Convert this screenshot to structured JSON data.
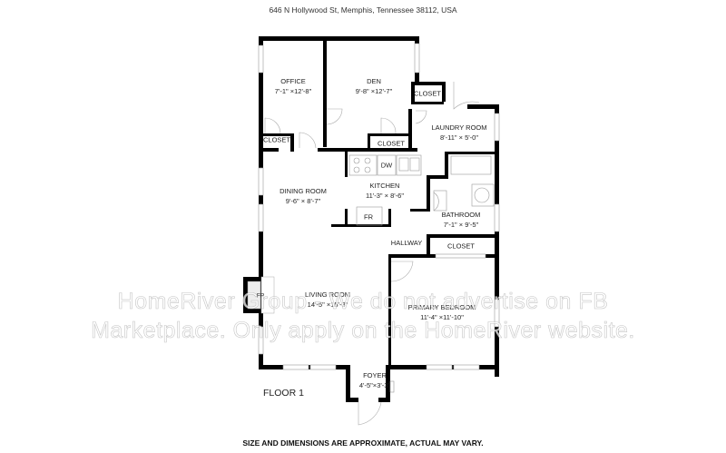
{
  "header": {
    "address": "646 N Hollywood St, Memphis, Tennessee 38112, USA"
  },
  "floor_label": "FLOOR 1",
  "rooms": {
    "office": {
      "name": "OFFICE",
      "dim": "7'-1\" ×12'-8\""
    },
    "den": {
      "name": "DEN",
      "dim": "9'-8\" ×12'-7\""
    },
    "laundry": {
      "name": "LAUNDRY ROOM",
      "dim": "8'-11\" × 5'-0\""
    },
    "dining": {
      "name": "DINING ROOM",
      "dim": "9'-6\" × 8'-7\""
    },
    "kitchen": {
      "name": "KITCHEN",
      "dim": "11'-3\" × 8'-6\""
    },
    "bathroom": {
      "name": "BATHROOM",
      "dim": "7'-1\" × 9'-5\""
    },
    "hallway": {
      "name": "HALLWAY"
    },
    "living": {
      "name": "LIVING ROOM",
      "dim": "14'-5\" ×15'-3\""
    },
    "primary_bedroom": {
      "name": "PRIMARY BEDROOM",
      "dim": "11'-4\" ×11'-10\""
    },
    "foyer": {
      "name": "FOYER",
      "dim": "4'-5\"×3'-3\""
    }
  },
  "fixtures": {
    "closet_office": "CLOSET",
    "closet_den": "CLOSET",
    "closet_laundry": "CLOSET",
    "closet_hall": "CLOSET",
    "dishwasher": "DW",
    "fridge": "FR",
    "fireplace": "FP"
  },
  "watermark": {
    "line1": "HomeRiver Group - We do not advertise on FB",
    "line2": "Marketplace. Only apply on the HomeRiver website."
  },
  "footer": {
    "disclaimer": "SIZE AND DIMENSIONS ARE APPROXIMATE, ACTUAL MAY VARY."
  }
}
